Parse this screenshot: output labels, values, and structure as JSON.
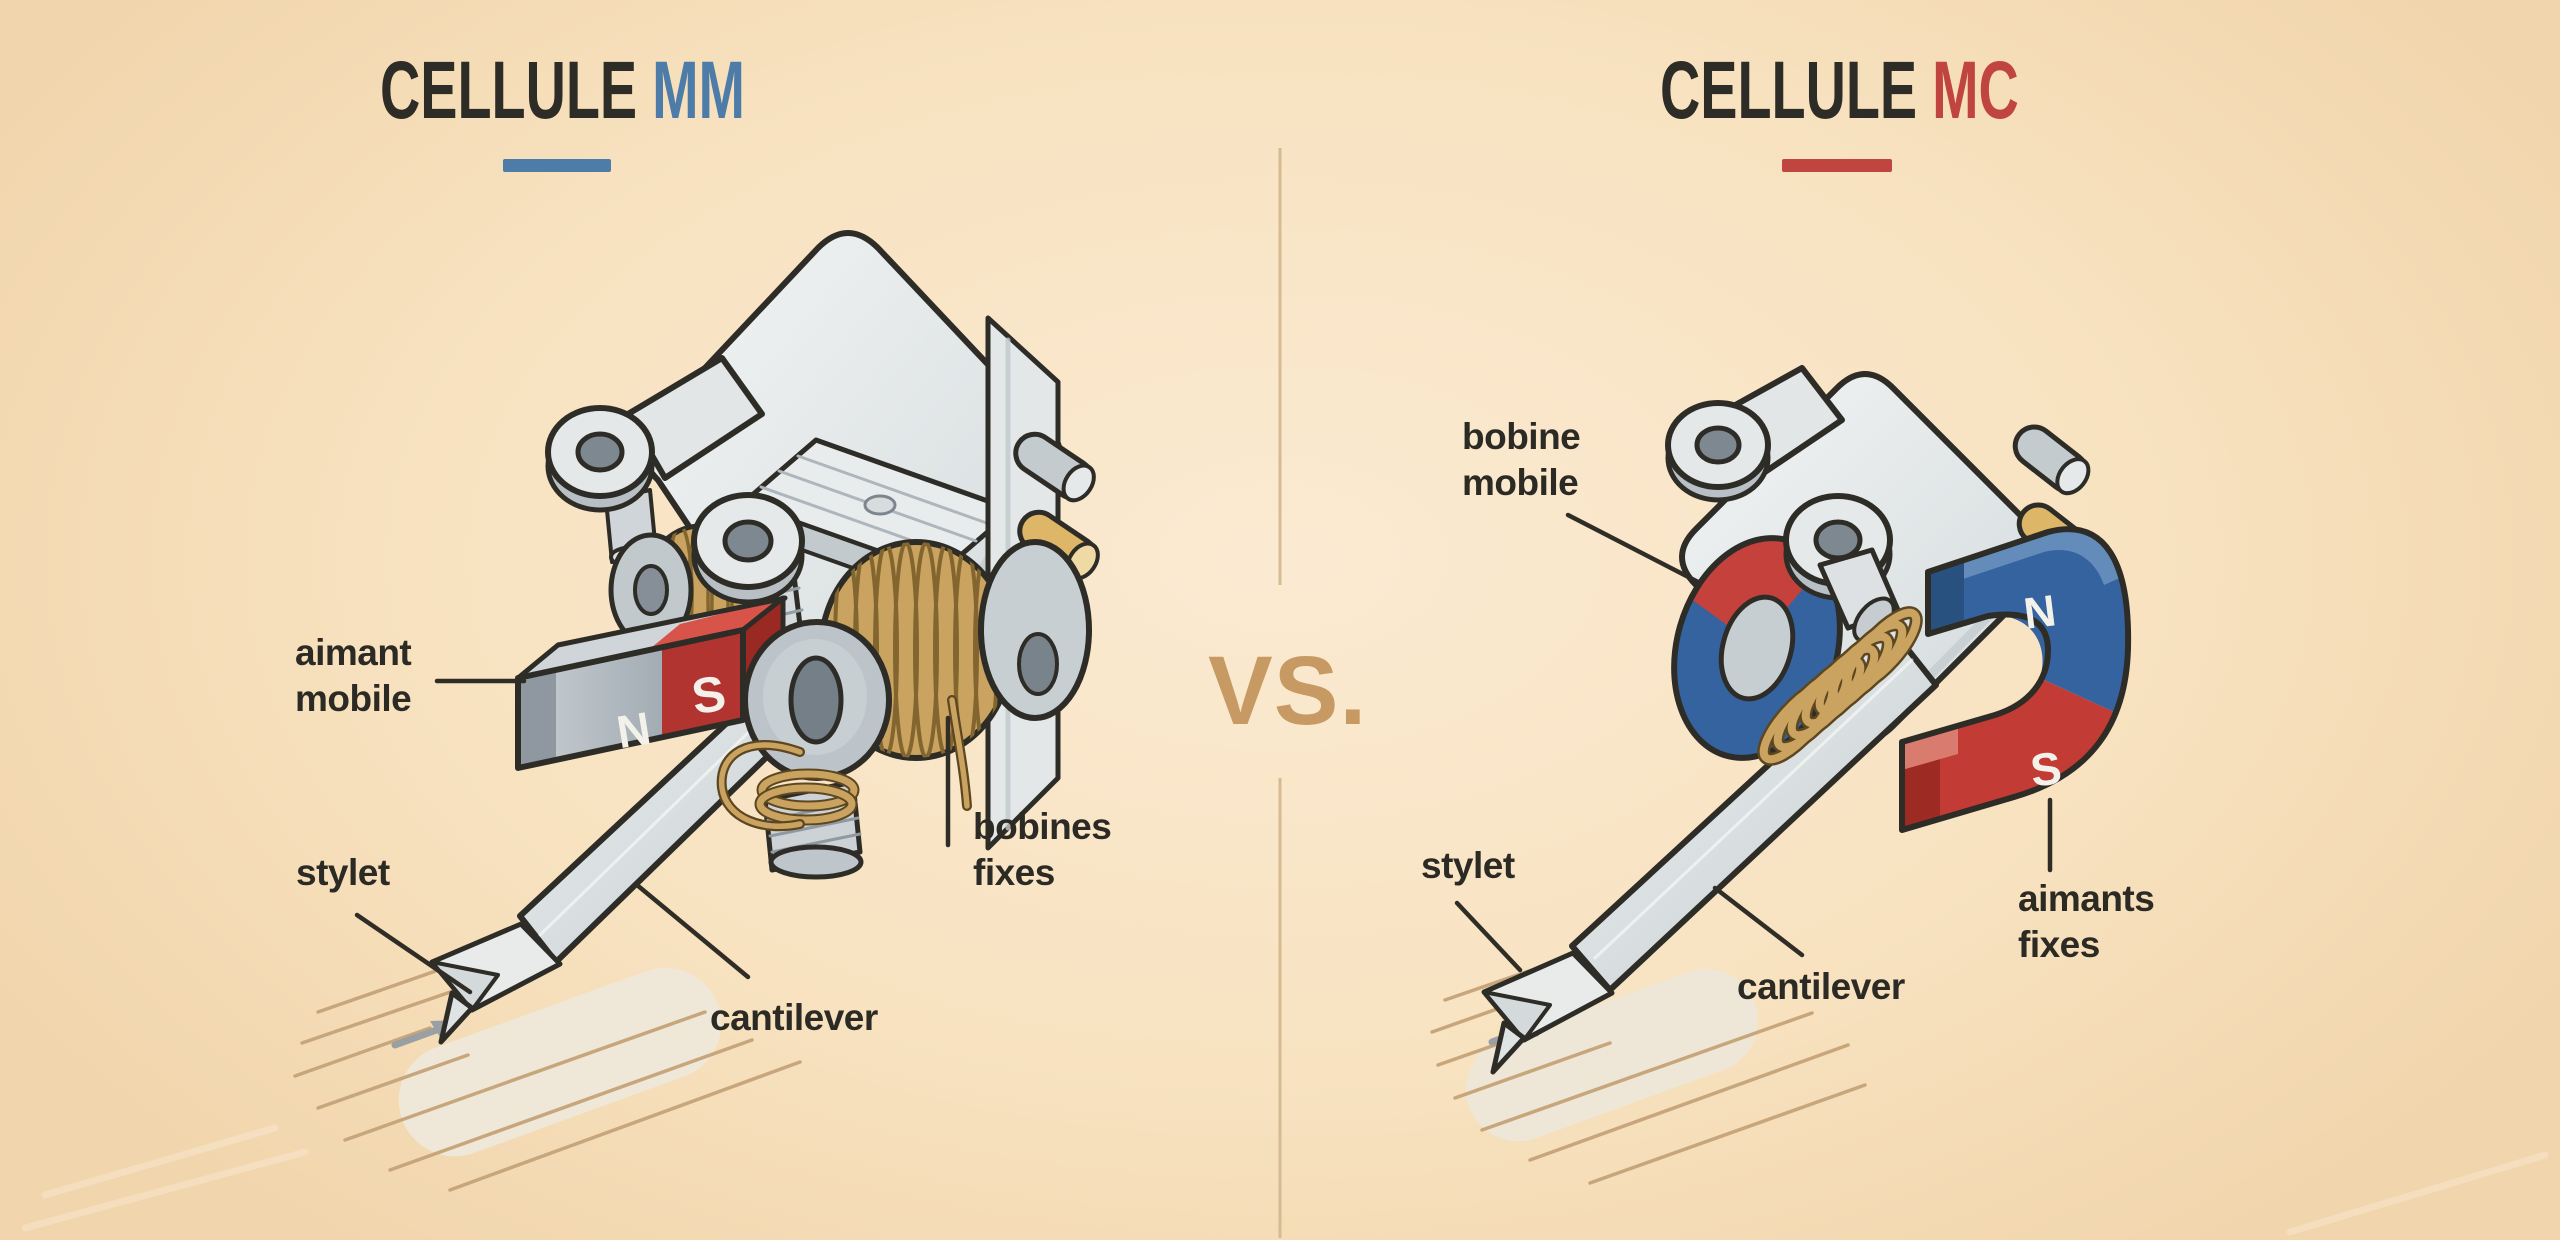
{
  "canvas": {
    "background": "#f8e3c1",
    "divider_color": "#d5ba92",
    "versus": "VS.",
    "versus_color": "#c79a64"
  },
  "left_panel": {
    "title": {
      "text": "CELLULE",
      "accent": "MM",
      "accent_color": "#4e7ca8",
      "underline_color": "#4e7ca8"
    },
    "labels": {
      "moving_magnet": "aimant\nmobile",
      "stylus": "stylet",
      "fixed_coils": "bobines\nfixes",
      "cantilever": "cantilever"
    },
    "magnet": {
      "north": "N",
      "south": "S"
    }
  },
  "right_panel": {
    "title": {
      "text": "CELLULE",
      "accent": "MC",
      "accent_color": "#c04541",
      "underline_color": "#c04541"
    },
    "labels": {
      "moving_coil": "bobine\nmobile",
      "stylus": "stylet",
      "cantilever": "cantilever",
      "fixed_magnets": "aimants\nfixes"
    },
    "magnet": {
      "north": "N",
      "south": "S"
    }
  },
  "palette": {
    "outline": "#2e2c27",
    "label_text": "#2c2a24",
    "body_gray": "#e9ecec",
    "coil_gold": "#c9a35f",
    "coil_wire_dark": "#5d4720",
    "magnet_red": "#c23b34",
    "magnet_blue": "#35639f",
    "pin_gold": "#deb668",
    "pin_gray": "#c4cbce",
    "groove_line": "#c8a67c"
  }
}
